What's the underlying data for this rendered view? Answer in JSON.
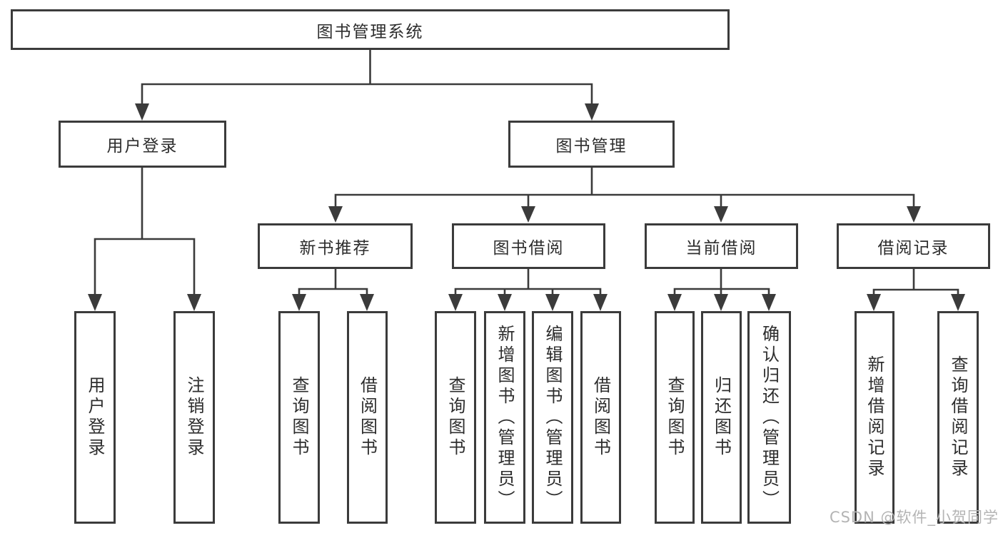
{
  "diagram": {
    "root": {
      "label": "图书管理系统"
    },
    "level2": [
      {
        "id": "user-login",
        "label": "用户登录"
      },
      {
        "id": "book-management",
        "label": "图书管理"
      }
    ],
    "level3": [
      {
        "id": "new-book-recommendation",
        "label": "新书推荐",
        "parent": "图书管理"
      },
      {
        "id": "book-borrowing",
        "label": "图书借阅",
        "parent": "图书管理"
      },
      {
        "id": "current-borrowing",
        "label": "当前借阅",
        "parent": "图书管理"
      },
      {
        "id": "borrowing-records",
        "label": "借阅记录",
        "parent": "图书管理"
      }
    ],
    "level4": [
      {
        "id": "user-login-leaf",
        "label": "用户登录",
        "parent": "用户登录"
      },
      {
        "id": "logout",
        "label": "注销登录",
        "parent": "用户登录"
      },
      {
        "id": "search-books-recommend",
        "label": "查询图书",
        "parent": "新书推荐"
      },
      {
        "id": "borrow-books-recommend",
        "label": "借阅图书",
        "parent": "新书推荐"
      },
      {
        "id": "search-books-borrowing",
        "label": "查询图书",
        "parent": "图书借阅"
      },
      {
        "id": "add-books-admin",
        "label": "新增图书（管理员）",
        "parent": "图书借阅"
      },
      {
        "id": "edit-books-admin",
        "label": "编辑图书（管理员）",
        "parent": "图书借阅"
      },
      {
        "id": "borrow-books-borrowing",
        "label": "借阅图书",
        "parent": "图书借阅"
      },
      {
        "id": "search-books-current",
        "label": "查询图书",
        "parent": "当前借阅"
      },
      {
        "id": "return-books",
        "label": "归还图书",
        "parent": "当前借阅"
      },
      {
        "id": "confirm-return-admin",
        "label": "确认归还（管理员）",
        "parent": "当前借阅"
      },
      {
        "id": "add-borrow-record",
        "label": "新增借阅记录",
        "parent": "借阅记录"
      },
      {
        "id": "search-borrow-record",
        "label": "查询借阅记录",
        "parent": "借阅记录"
      }
    ],
    "watermark": {
      "text": "CSDN @软件_小贺同学"
    },
    "colors": {
      "line": "#3b3b3b",
      "box_border": "#3b3b3b",
      "box_fill": "#ffffff",
      "text": "#2d2d2d",
      "watermark": "#b4b4b4",
      "background": "#ffffff"
    }
  }
}
